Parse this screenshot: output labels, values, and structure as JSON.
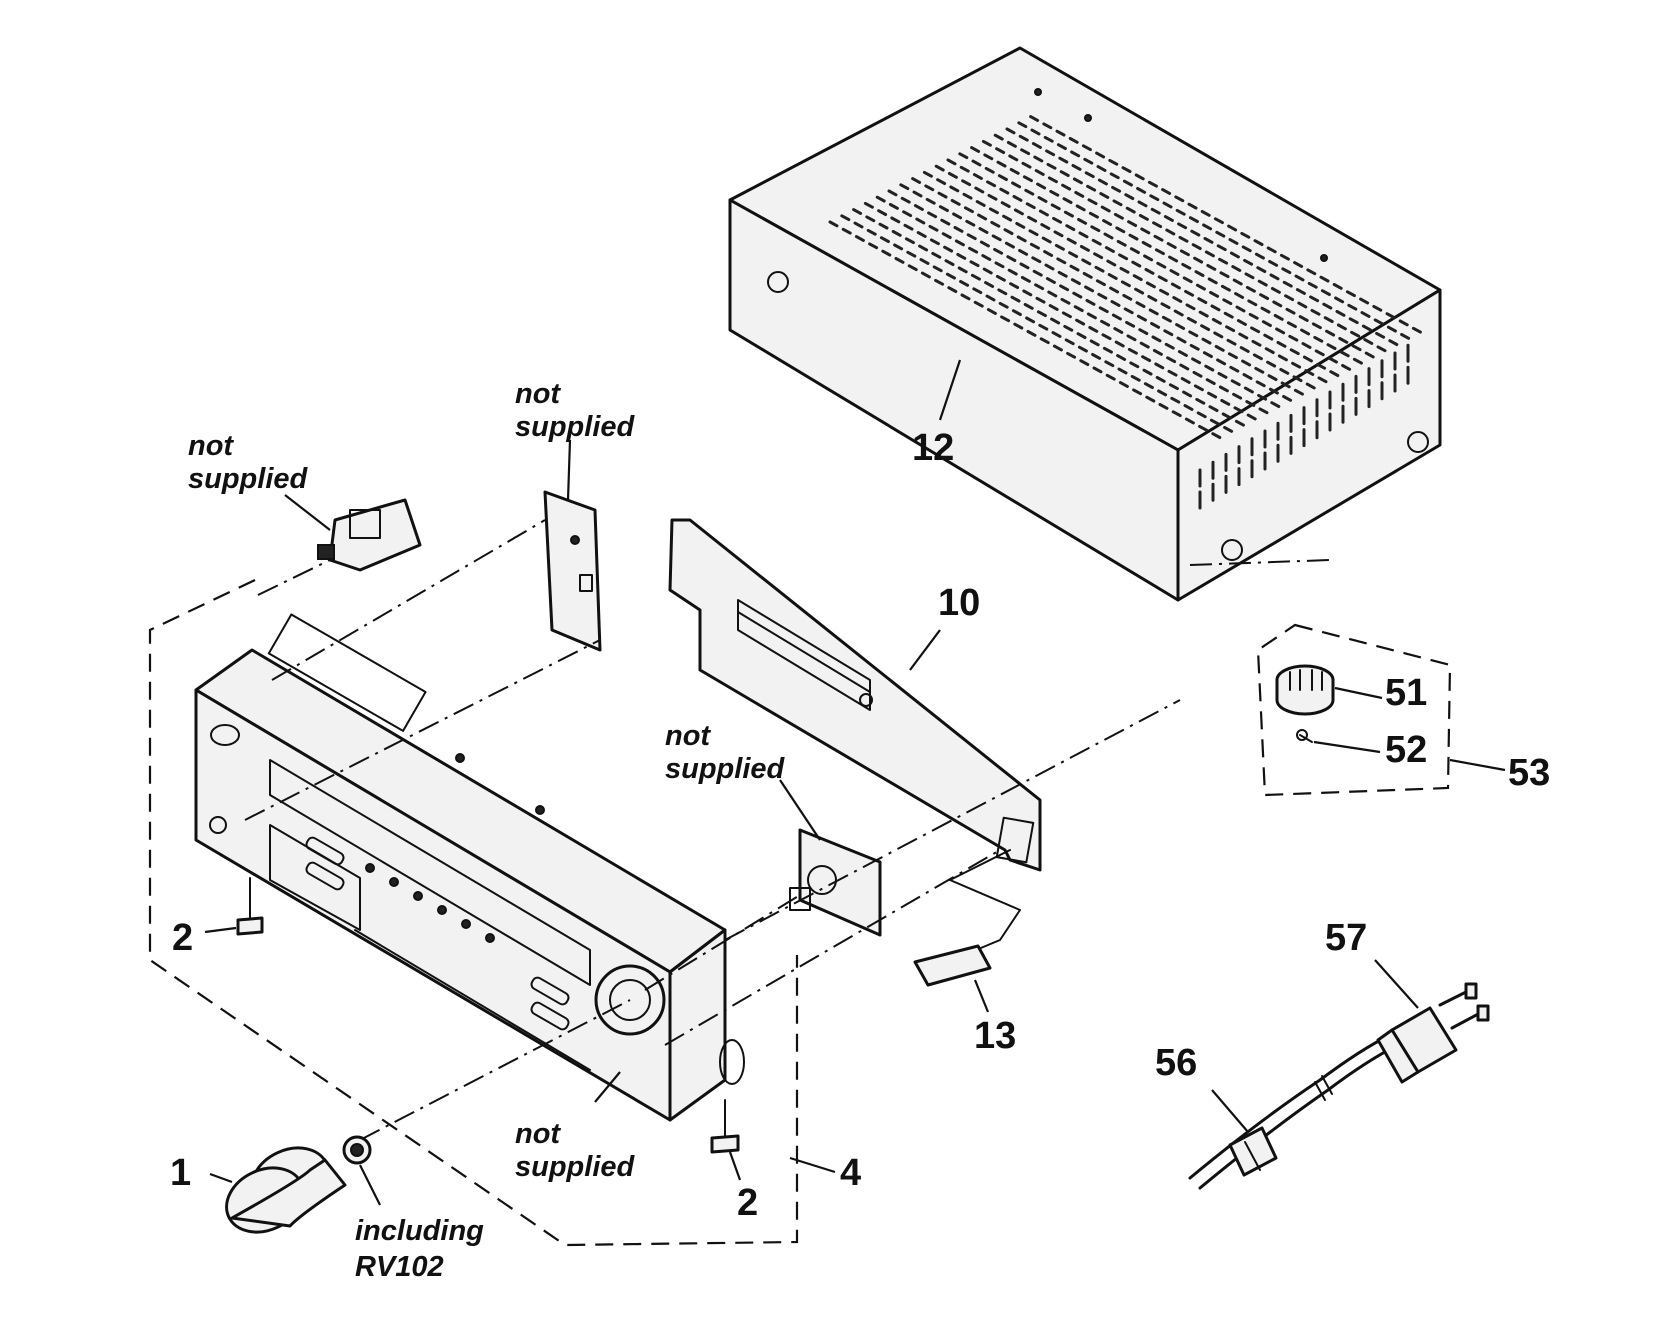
{
  "parts": {
    "p1": "1",
    "p2a": "2",
    "p2b": "2",
    "p4": "4",
    "p10": "10",
    "p12": "12",
    "p13": "13",
    "p51": "51",
    "p52": "52",
    "p53": "53",
    "p56": "56",
    "p57": "57"
  },
  "notes": {
    "not_supplied_1_l1": "not",
    "not_supplied_1_l2": "supplied",
    "not_supplied_2_l1": "not",
    "not_supplied_2_l2": "supplied",
    "not_supplied_3_l1": "not",
    "not_supplied_3_l2": "supplied",
    "not_supplied_4_l1": "not",
    "not_supplied_4_l2": "supplied",
    "including_l1": "including",
    "including_l2": "RV102"
  }
}
